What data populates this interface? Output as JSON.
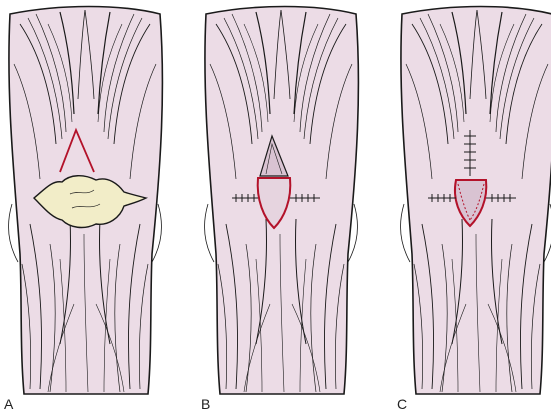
{
  "figure": {
    "panels": [
      {
        "label": "A",
        "stage": "initial-wedge-outline-over-patella"
      },
      {
        "label": "B",
        "stage": "wedge-raised-defect-sutured-laterally"
      },
      {
        "label": "C",
        "stage": "flap-advanced-and-sutured"
      }
    ]
  },
  "colors": {
    "muscle_fill": "#ecdce6",
    "muscle_fill_dark": "#d9c3d2",
    "line": "#1a1a1a",
    "incision": "#b3122a",
    "patella_fill": "#f2edc8"
  }
}
